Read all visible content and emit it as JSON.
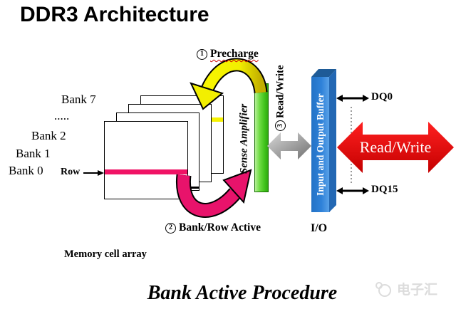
{
  "page": {
    "title": "DDR3 Architecture",
    "caption": "Bank Active Procedure"
  },
  "banks": {
    "labels": [
      "Bank 7",
      ".....",
      "Bank 2",
      "Bank 1",
      "Bank 0"
    ],
    "row_label": "Row",
    "array_caption": "Memory cell array"
  },
  "steps": {
    "s1": {
      "num": "1",
      "label": "Precharge"
    },
    "s2": {
      "num": "2",
      "label": "Bank/Row Active"
    },
    "s3": {
      "num": "3",
      "label": "Read/Write"
    }
  },
  "sense_amplifier": {
    "label": "Sense Amplifier"
  },
  "io_buffer": {
    "label": "Input and Output Buffer",
    "io_label": "I/O"
  },
  "bus": {
    "dq0": "DQ0",
    "dq15": "DQ15",
    "read_write_label": "Read/Write"
  },
  "watermark": {
    "text": "电子汇"
  },
  "colors": {
    "row_stripe_pink": "#f01365",
    "highlight_yellow": "#f6f200",
    "active_arrow_pink": "#e8136b",
    "precharge_arrow_yellow": "#f2ef00",
    "sense_green": "#4cc724",
    "buffer_blue": "#2f82d9",
    "bus_red": "#e10000",
    "spellcheck_red": "#cc0000"
  }
}
